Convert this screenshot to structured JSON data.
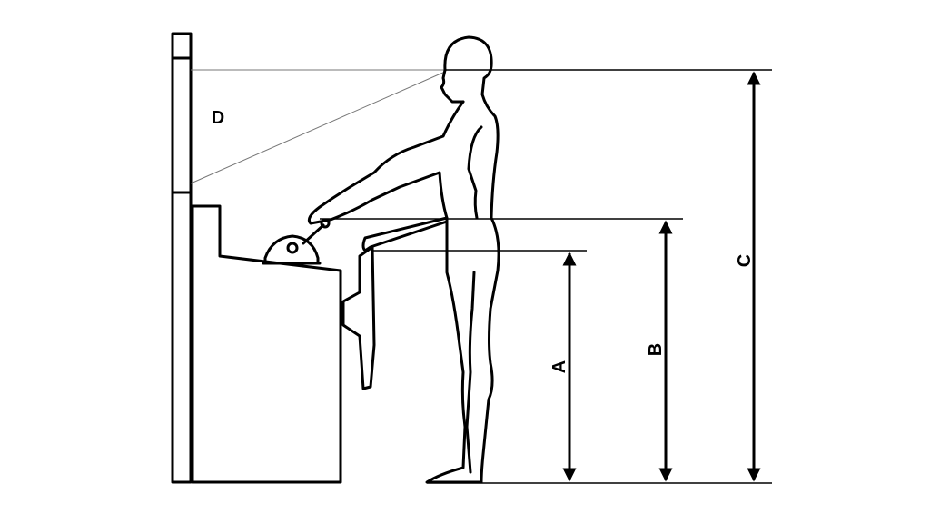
{
  "labels": {
    "A": "A",
    "B": "B",
    "C": "C",
    "D": "D"
  }
}
